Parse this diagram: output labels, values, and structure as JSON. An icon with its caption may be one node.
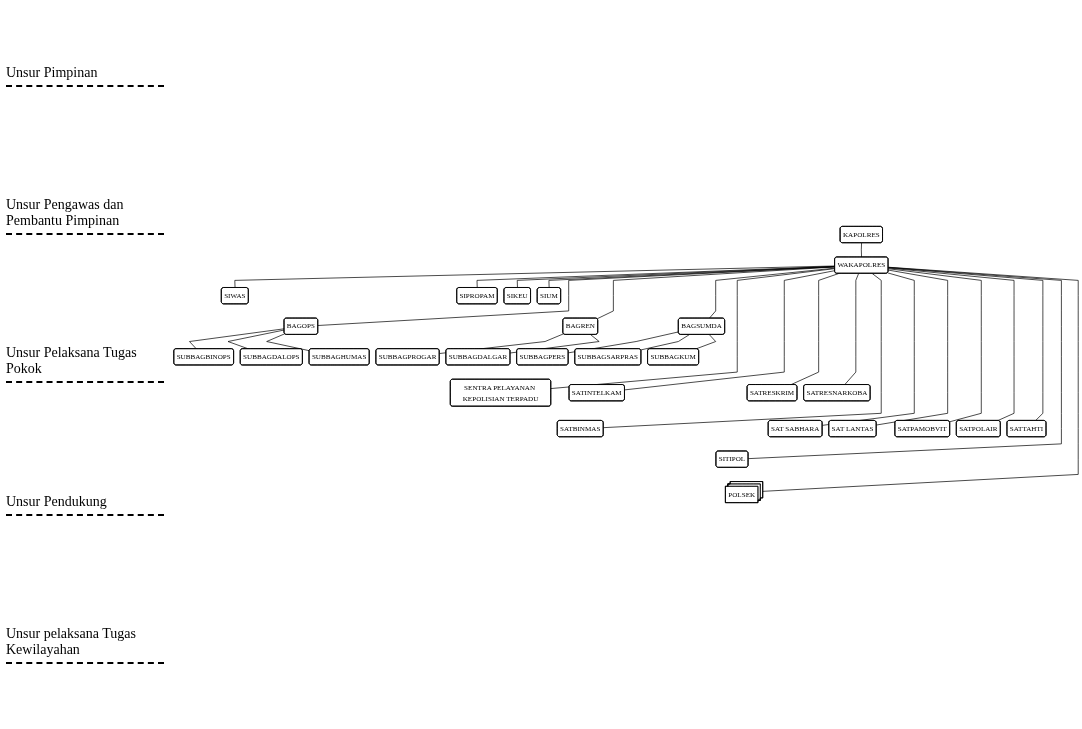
{
  "diagram": {
    "nodes": [
      {
        "text": [
          "KAPOLRES"
        ]
      },
      {
        "text": [
          "WAKAPOLRES"
        ]
      },
      {
        "text": [
          "SIWAS"
        ]
      },
      {
        "text": [
          "SIPROPAM"
        ]
      },
      {
        "text": [
          "SIKEU"
        ]
      },
      {
        "text": [
          "SIUM"
        ]
      },
      {
        "text": [
          "BAGOPS"
        ]
      },
      {
        "text": [
          "BAGREN"
        ]
      },
      {
        "text": [
          "BAGSUMDA"
        ]
      },
      {
        "text": [
          "SUBBAGBINOPS"
        ]
      },
      {
        "text": [
          "SUBBAGDALOPS"
        ]
      },
      {
        "text": [
          "SUBBAGHUMAS"
        ]
      },
      {
        "text": [
          "SUBBAGPROGAR"
        ]
      },
      {
        "text": [
          "SUBBAGDALGAR"
        ]
      },
      {
        "text": [
          "SUBBAGPERS"
        ]
      },
      {
        "text": [
          "SUBBAGSARPRAS"
        ]
      },
      {
        "text": [
          "SUBBAGKUM"
        ]
      },
      {
        "text": [
          "SENTRA PELAYANAN KEPOLISIAN TERPADU"
        ]
      },
      {
        "text": [
          "SATINTELKAM"
        ]
      },
      {
        "text": [
          "SATRESKRIM"
        ]
      },
      {
        "text": [
          "SATRESNARKOBA"
        ]
      },
      {
        "text": [
          "SATBINMAS"
        ]
      },
      {
        "text": [
          "SAT SABHARA"
        ]
      },
      {
        "text": [
          "SAT LANTAS"
        ]
      },
      {
        "text": [
          "SATPAMOBVIT"
        ]
      },
      {
        "text": [
          "SATPOLAIR"
        ]
      },
      {
        "text": [
          "SATTAHTI"
        ]
      },
      {
        "text": [
          "SITIPOL"
        ]
      },
      {
        "text": [
          "POLSEK"
        ]
      }
    ],
    "edges": [
      {
        "from": 0,
        "to": 1,
        "arrow": "none"
      },
      {
        "from": 1,
        "to": 2,
        "arrow": "none"
      },
      {
        "from": 1,
        "to": 3,
        "arrow": "none"
      },
      {
        "from": 1,
        "to": 4,
        "arrow": "none"
      },
      {
        "from": 1,
        "to": 5,
        "arrow": "none"
      },
      {
        "from": 1,
        "to": 6,
        "arrow": "none"
      },
      {
        "from": 1,
        "to": 7,
        "arrow": "none"
      },
      {
        "from": 1,
        "to": 8,
        "arrow": "none"
      },
      {
        "from": 6,
        "to": 9,
        "arrow": "none"
      },
      {
        "from": 6,
        "to": 10,
        "arrow": "none"
      },
      {
        "from": 6,
        "to": 11,
        "arrow": "none"
      },
      {
        "from": 7,
        "to": 12,
        "arrow": "none"
      },
      {
        "from": 7,
        "to": 13,
        "arrow": "none"
      },
      {
        "from": 8,
        "to": 14,
        "arrow": "none"
      },
      {
        "from": 8,
        "to": 15,
        "arrow": "none"
      },
      {
        "from": 8,
        "to": 16,
        "arrow": "none"
      },
      {
        "from": 1,
        "to": 17,
        "arrow": "none"
      },
      {
        "from": 1,
        "to": 18,
        "arrow": "none"
      },
      {
        "from": 1,
        "to": 19,
        "arrow": "none"
      },
      {
        "from": 1,
        "to": 20,
        "arrow": "none"
      },
      {
        "from": 1,
        "to": 21,
        "arrow": "none"
      },
      {
        "from": 1,
        "to": 22,
        "arrow": "none"
      },
      {
        "from": 1,
        "to": 23,
        "arrow": "none"
      },
      {
        "from": 1,
        "to": 24,
        "arrow": "none"
      },
      {
        "from": 1,
        "to": 25,
        "arrow": "none"
      },
      {
        "from": 1,
        "to": 26,
        "arrow": "none"
      },
      {
        "from": 1,
        "to": 27,
        "arrow": "none"
      },
      {
        "from": 1,
        "to": 28,
        "arrow": "none"
      }
    ],
    "labels": [
      "Unsur Pimpinan",
      "Unsur Pengawas dan Pembantu Pimpinan",
      "Unsur Pelaksana Tugas Pokok",
      "Unsur Pendukung",
      "Unsur pelaksana Tugas Kewilayahan"
    ]
  }
}
